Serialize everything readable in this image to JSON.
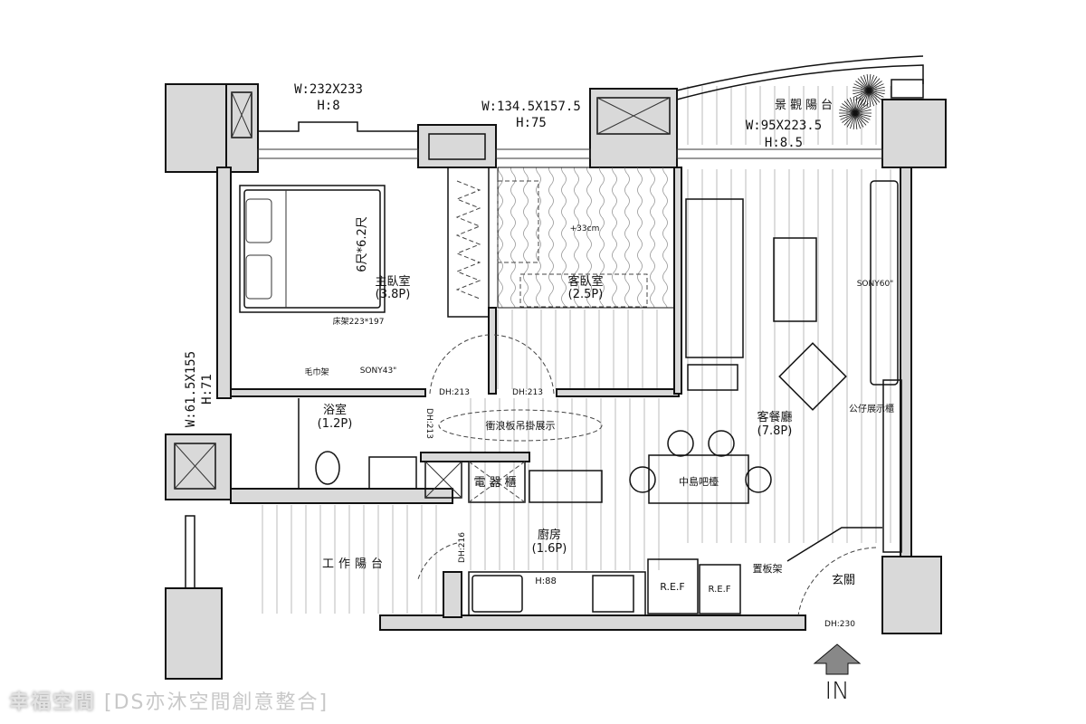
{
  "dimensions": {
    "master_window": {
      "w": "W:232X233",
      "h": "H:8"
    },
    "guest_window": {
      "w": "W:134.5X157.5",
      "h": "H:75"
    },
    "view_balcony": {
      "label": "景觀陽台",
      "w": "W:95X223.5",
      "h": "H:8.5"
    },
    "side_window": {
      "w": "W:61.5X155",
      "h": "H:71"
    }
  },
  "rooms": {
    "master_bedroom": {
      "name": "主臥室",
      "size": "(3.8P)"
    },
    "guest_bedroom": {
      "name": "客臥室",
      "size": "(2.5P)"
    },
    "bathroom": {
      "name": "浴室",
      "size": "(1.2P)"
    },
    "living_dining": {
      "name": "客餐廳",
      "size": "(7.8P)"
    },
    "kitchen": {
      "name": "廚房",
      "size": "(1.6P)"
    },
    "work_balcony": {
      "name": "工作陽台"
    },
    "entrance": {
      "name": "玄關"
    }
  },
  "annotations": {
    "bed_size": "6尺*6.2尺",
    "bed_frame": "床架223*197",
    "platform_height": "+33cm",
    "towel_rack": "毛巾架",
    "tv_small": "SONY43\"",
    "tv_large": "SONY60\"",
    "door_heights": [
      "DH:213",
      "DH:213",
      "DH:213",
      "DH:216",
      "DH:230"
    ],
    "display_ceiling": "衝浪板吊掛展示",
    "appliance_cabinet": "電器櫃",
    "island_bar": "中島吧檯",
    "counter_height": "H:88",
    "fridges": [
      "R.E.F",
      "R.E.F"
    ],
    "board_rack": "置板架",
    "figure_display": "公仔展示櫃",
    "entry_arrow": "IN"
  },
  "watermark": {
    "brand": "幸福空間",
    "designer": "[DS亦沐空間創意整合]"
  }
}
